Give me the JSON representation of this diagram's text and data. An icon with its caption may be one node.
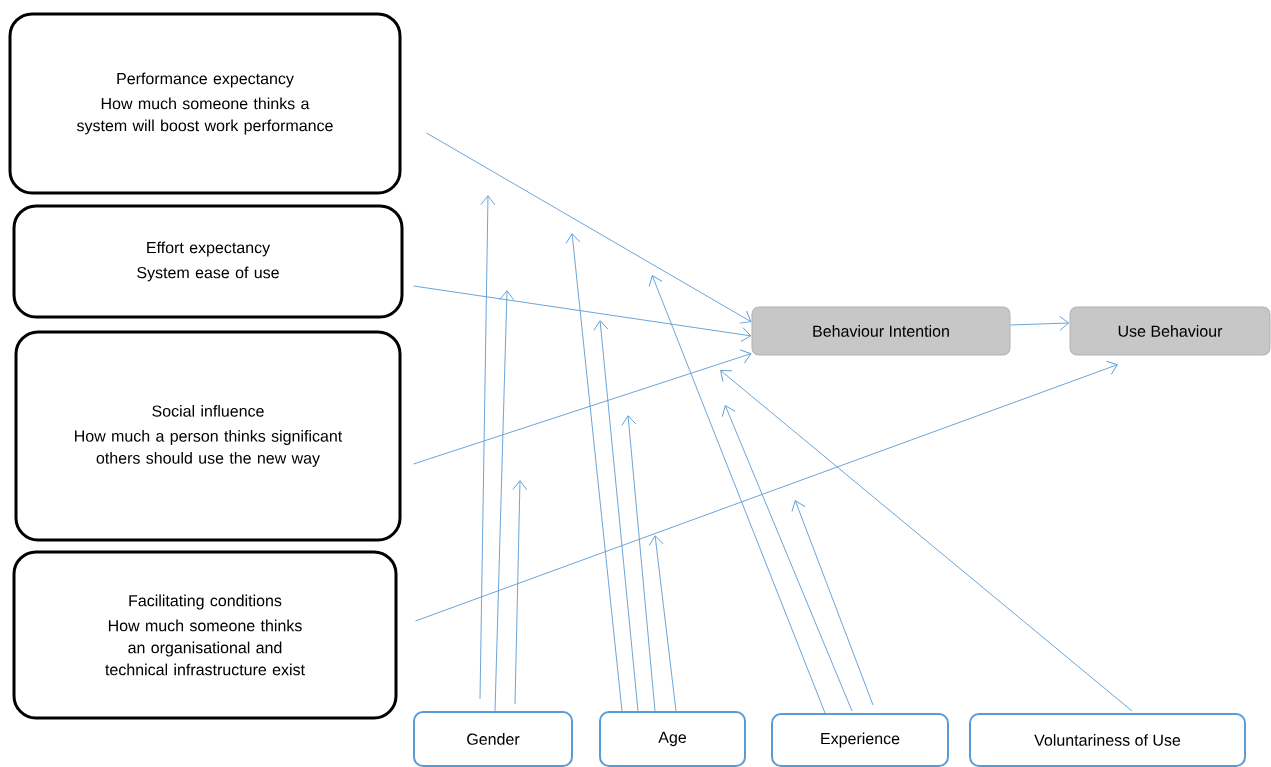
{
  "diagram": {
    "nodes": [
      {
        "text": [
          "Performance expectancy",
          "How much someone thinks a system will boost work performance"
        ]
      },
      {
        "text": [
          "Effort expectancy",
          "System ease of use"
        ]
      },
      {
        "text": [
          "Social influence",
          "How much a person thinks significant others should use the new way"
        ]
      },
      {
        "text": [
          "Facilitating conditions",
          "How much someone thinks an organisational and technical infrastructure exist"
        ]
      },
      {
        "text": [
          "Behaviour Intention"
        ]
      },
      {
        "text": [
          "Use Behaviour"
        ]
      },
      {
        "text": [
          "Gender"
        ]
      },
      {
        "text": [
          "Age"
        ]
      },
      {
        "text": [
          "Experience"
        ]
      },
      {
        "text": [
          "Voluntariness of Use"
        ]
      }
    ],
    "edges": [
      {
        "from": 0,
        "to": 4,
        "arrow": "to"
      },
      {
        "from": 1,
        "to": 4,
        "arrow": "to"
      },
      {
        "from": 2,
        "to": 4,
        "arrow": "to"
      },
      {
        "from": 3,
        "to": 5,
        "arrow": "to"
      },
      {
        "from": 4,
        "to": 5,
        "arrow": "to"
      },
      {
        "from": 6,
        "to": null,
        "arrow": "to"
      },
      {
        "from": 6,
        "to": null,
        "arrow": "to"
      },
      {
        "from": 6,
        "to": null,
        "arrow": "to"
      },
      {
        "from": 7,
        "to": null,
        "arrow": "to"
      },
      {
        "from": 7,
        "to": null,
        "arrow": "to"
      },
      {
        "from": 7,
        "to": null,
        "arrow": "to"
      },
      {
        "from": 7,
        "to": null,
        "arrow": "to"
      },
      {
        "from": 8,
        "to": null,
        "arrow": "to"
      },
      {
        "from": 8,
        "to": null,
        "arrow": "to"
      },
      {
        "from": 8,
        "to": null,
        "arrow": "to"
      },
      {
        "from": 9,
        "to": null,
        "arrow": "to"
      }
    ]
  }
}
